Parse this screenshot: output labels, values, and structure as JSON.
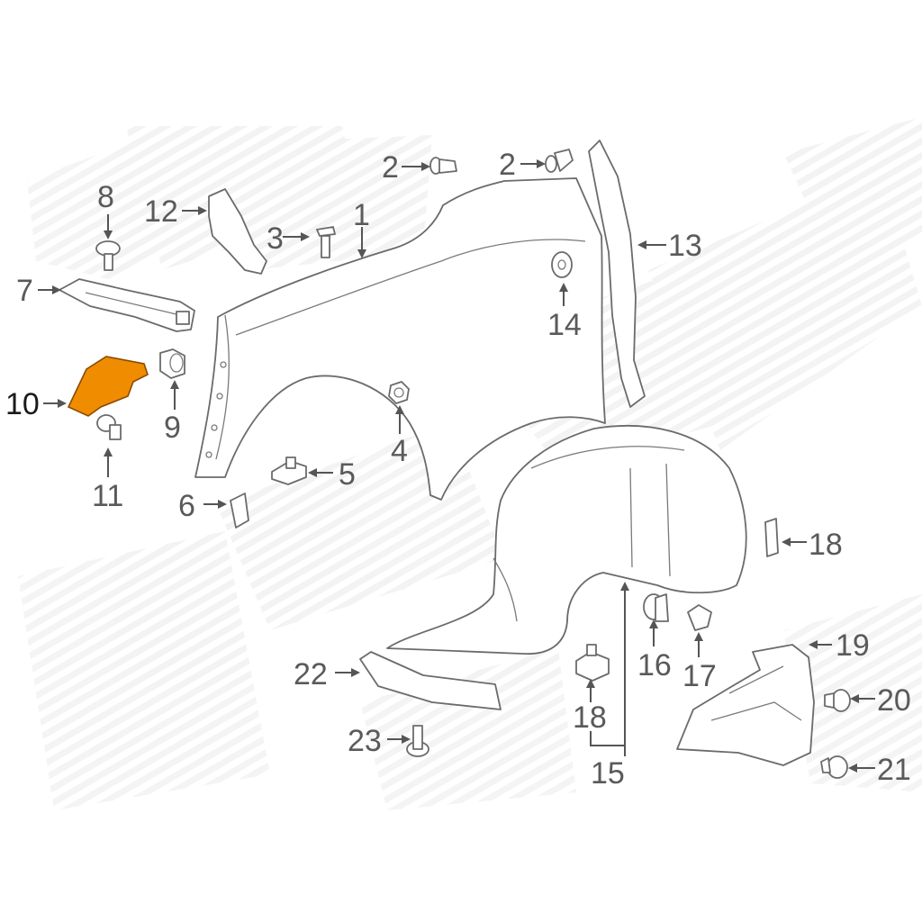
{
  "diagram": {
    "highlight_color": "#F08C00",
    "line_color": "#6B6B6B",
    "callouts": {
      "c1": "1",
      "c2a": "2",
      "c2b": "2",
      "c3": "3",
      "c4": "4",
      "c5": "5",
      "c6": "6",
      "c7": "7",
      "c8": "8",
      "c9": "9",
      "c10": "10",
      "c11": "11",
      "c12": "12",
      "c13": "13",
      "c14": "14",
      "c15": "15",
      "c16": "16",
      "c17": "17",
      "c18a": "18",
      "c18b": "18",
      "c19": "19",
      "c20": "20",
      "c21": "21",
      "c22": "22",
      "c23": "23"
    },
    "parts": [
      {
        "id": "part-1",
        "name": "front-fender"
      },
      {
        "id": "part-2",
        "name": "push-pin-fastener"
      },
      {
        "id": "part-3",
        "name": "bolt"
      },
      {
        "id": "part-4",
        "name": "flange-nut"
      },
      {
        "id": "part-5",
        "name": "clip-nut"
      },
      {
        "id": "part-6",
        "name": "insulator-pad"
      },
      {
        "id": "part-7",
        "name": "fender-support-bracket"
      },
      {
        "id": "part-8",
        "name": "bolt"
      },
      {
        "id": "part-9",
        "name": "grommet"
      },
      {
        "id": "part-10",
        "name": "fender-bracket-highlighted"
      },
      {
        "id": "part-11",
        "name": "bolt"
      },
      {
        "id": "part-12",
        "name": "fender-insulator"
      },
      {
        "id": "part-13",
        "name": "pillar-seal"
      },
      {
        "id": "part-14",
        "name": "washer"
      },
      {
        "id": "part-15",
        "name": "wheelhouse-liner"
      },
      {
        "id": "part-16",
        "name": "push-retainer"
      },
      {
        "id": "part-17",
        "name": "push-retainer"
      },
      {
        "id": "part-18",
        "name": "clip"
      },
      {
        "id": "part-19",
        "name": "splash-shield"
      },
      {
        "id": "part-20",
        "name": "retainer"
      },
      {
        "id": "part-21",
        "name": "retainer"
      },
      {
        "id": "part-22",
        "name": "deflector-strip"
      },
      {
        "id": "part-23",
        "name": "screw"
      }
    ]
  }
}
